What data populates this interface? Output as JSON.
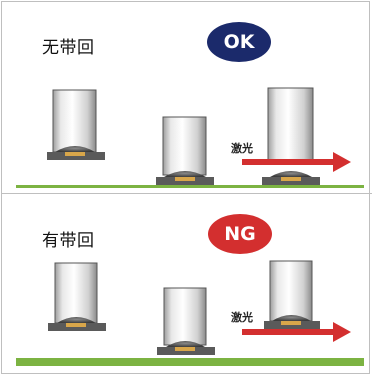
{
  "panels": [
    {
      "title": "无带回",
      "badge": "OK",
      "badge_color": "#1b2a6b",
      "laser_label": "激光",
      "base_color": "#7cb342",
      "laser_color": "#d32f2f"
    },
    {
      "title": "有带回",
      "badge": "NG",
      "badge_color": "#d32f2f",
      "laser_label": "激光",
      "base_color": "#7cb342",
      "laser_color": "#d32f2f"
    }
  ],
  "icons": {
    "nozzle": "nozzle-icon",
    "component": "component-icon",
    "laser": "laser-arrow-icon"
  }
}
